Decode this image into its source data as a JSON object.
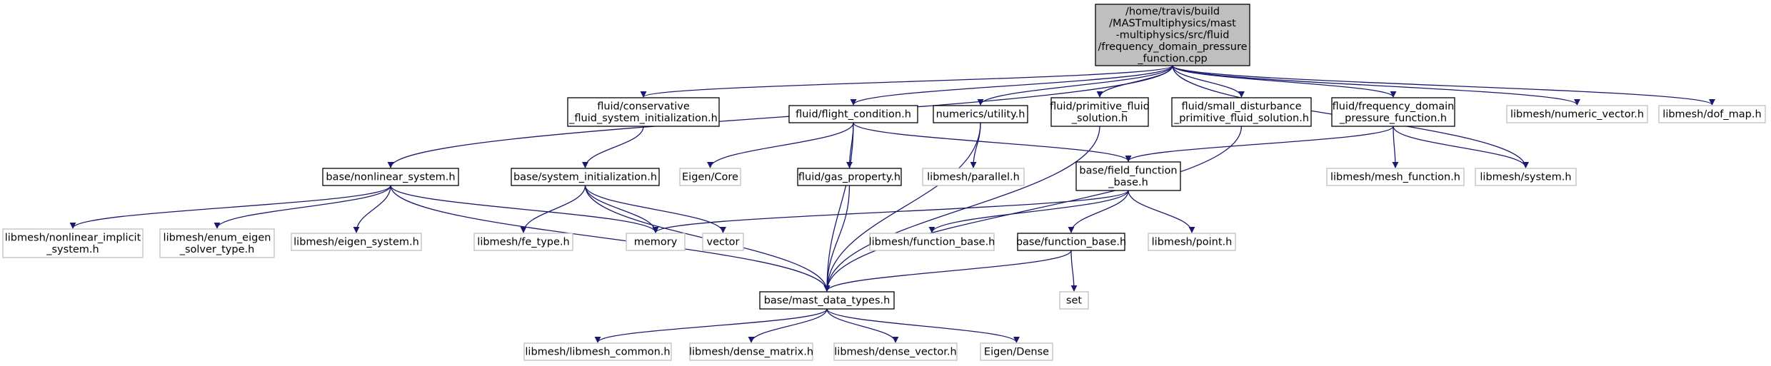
{
  "graph": {
    "root": "root",
    "colors": {
      "edge": "#191970",
      "internal_border": "#000000",
      "external_border": "#bfbfbf",
      "root_fill": "#bfbfbf",
      "text": "#000000"
    },
    "nodes": [
      {
        "id": "root",
        "kind": "root",
        "lines": [
          "/home/travis/build",
          "/MASTmultiphysics/mast",
          "-multiphysics/src/fluid",
          "/frequency_domain_pressure",
          "_function.cpp"
        ]
      },
      {
        "id": "nonlinear_system",
        "kind": "internal",
        "lines": [
          "base/nonlinear_system.h"
        ]
      },
      {
        "id": "conservative_init",
        "kind": "internal",
        "lines": [
          "fluid/conservative",
          "_fluid_system_initialization.h"
        ]
      },
      {
        "id": "flight_condition",
        "kind": "internal",
        "lines": [
          "fluid/flight_condition.h"
        ]
      },
      {
        "id": "numerics_utility",
        "kind": "internal",
        "lines": [
          "numerics/utility.h"
        ]
      },
      {
        "id": "primitive_fluid",
        "kind": "internal",
        "lines": [
          "fluid/primitive_fluid",
          "_solution.h"
        ]
      },
      {
        "id": "small_disturbance",
        "kind": "internal",
        "lines": [
          "fluid/small_disturbance",
          "_primitive_fluid_solution.h"
        ]
      },
      {
        "id": "freq_domain_pf",
        "kind": "internal",
        "lines": [
          "fluid/frequency_domain",
          "_pressure_function.h"
        ]
      },
      {
        "id": "numeric_vector",
        "kind": "external",
        "lines": [
          "libmesh/numeric_vector.h"
        ]
      },
      {
        "id": "dof_map",
        "kind": "external",
        "lines": [
          "libmesh/dof_map.h"
        ]
      },
      {
        "id": "system_init",
        "kind": "internal",
        "lines": [
          "base/system_initialization.h"
        ]
      },
      {
        "id": "eigen_core",
        "kind": "external",
        "lines": [
          "Eigen/Core"
        ]
      },
      {
        "id": "gas_property",
        "kind": "internal",
        "lines": [
          "fluid/gas_property.h"
        ]
      },
      {
        "id": "parallel",
        "kind": "external",
        "lines": [
          "libmesh/parallel.h"
        ]
      },
      {
        "id": "field_function_base",
        "kind": "internal",
        "lines": [
          "base/field_function",
          "_base.h"
        ]
      },
      {
        "id": "mesh_function",
        "kind": "external",
        "lines": [
          "libmesh/mesh_function.h"
        ]
      },
      {
        "id": "lm_system",
        "kind": "external",
        "lines": [
          "libmesh/system.h"
        ]
      },
      {
        "id": "nonlinear_implicit",
        "kind": "external",
        "lines": [
          "libmesh/nonlinear_implicit",
          "_system.h"
        ]
      },
      {
        "id": "enum_eigen",
        "kind": "external",
        "lines": [
          "libmesh/enum_eigen",
          "_solver_type.h"
        ]
      },
      {
        "id": "eigen_system",
        "kind": "external",
        "lines": [
          "libmesh/eigen_system.h"
        ]
      },
      {
        "id": "fe_type",
        "kind": "external",
        "lines": [
          "libmesh/fe_type.h"
        ]
      },
      {
        "id": "memory",
        "kind": "external",
        "lines": [
          "memory"
        ]
      },
      {
        "id": "vector",
        "kind": "external",
        "lines": [
          "vector"
        ]
      },
      {
        "id": "lm_function_base",
        "kind": "external",
        "lines": [
          "libmesh/function_base.h"
        ]
      },
      {
        "id": "base_function_base",
        "kind": "internal",
        "lines": [
          "base/function_base.h"
        ]
      },
      {
        "id": "point",
        "kind": "external",
        "lines": [
          "libmesh/point.h"
        ]
      },
      {
        "id": "mast_data_types",
        "kind": "internal",
        "lines": [
          "base/mast_data_types.h"
        ]
      },
      {
        "id": "set",
        "kind": "external",
        "lines": [
          "set"
        ]
      },
      {
        "id": "libmesh_common",
        "kind": "external",
        "lines": [
          "libmesh/libmesh_common.h"
        ]
      },
      {
        "id": "dense_matrix",
        "kind": "external",
        "lines": [
          "libmesh/dense_matrix.h"
        ]
      },
      {
        "id": "dense_vector",
        "kind": "external",
        "lines": [
          "libmesh/dense_vector.h"
        ]
      },
      {
        "id": "eigen_dense",
        "kind": "external",
        "lines": [
          "Eigen/Dense"
        ]
      }
    ],
    "edges": [
      [
        "root",
        "nonlinear_system"
      ],
      [
        "root",
        "conservative_init"
      ],
      [
        "root",
        "flight_condition"
      ],
      [
        "root",
        "numerics_utility"
      ],
      [
        "root",
        "primitive_fluid"
      ],
      [
        "root",
        "small_disturbance"
      ],
      [
        "root",
        "freq_domain_pf"
      ],
      [
        "root",
        "numeric_vector"
      ],
      [
        "root",
        "dof_map"
      ],
      [
        "root",
        "lm_system"
      ],
      [
        "nonlinear_system",
        "nonlinear_implicit"
      ],
      [
        "nonlinear_system",
        "enum_eigen"
      ],
      [
        "nonlinear_system",
        "eigen_system"
      ],
      [
        "nonlinear_system",
        "memory"
      ],
      [
        "nonlinear_system",
        "mast_data_types"
      ],
      [
        "conservative_init",
        "system_init"
      ],
      [
        "system_init",
        "fe_type"
      ],
      [
        "system_init",
        "memory"
      ],
      [
        "system_init",
        "vector"
      ],
      [
        "system_init",
        "mast_data_types"
      ],
      [
        "flight_condition",
        "eigen_core"
      ],
      [
        "flight_condition",
        "gas_property"
      ],
      [
        "flight_condition",
        "field_function_base"
      ],
      [
        "flight_condition",
        "mast_data_types"
      ],
      [
        "numerics_utility",
        "parallel"
      ],
      [
        "numerics_utility",
        "mast_data_types"
      ],
      [
        "primitive_fluid",
        "mast_data_types"
      ],
      [
        "small_disturbance",
        "mast_data_types"
      ],
      [
        "freq_domain_pf",
        "field_function_base"
      ],
      [
        "freq_domain_pf",
        "mesh_function"
      ],
      [
        "freq_domain_pf",
        "lm_system"
      ],
      [
        "gas_property",
        "mast_data_types"
      ],
      [
        "field_function_base",
        "memory"
      ],
      [
        "field_function_base",
        "lm_function_base"
      ],
      [
        "field_function_base",
        "base_function_base"
      ],
      [
        "field_function_base",
        "point"
      ],
      [
        "base_function_base",
        "mast_data_types"
      ],
      [
        "base_function_base",
        "set"
      ],
      [
        "mast_data_types",
        "libmesh_common"
      ],
      [
        "mast_data_types",
        "dense_matrix"
      ],
      [
        "mast_data_types",
        "dense_vector"
      ],
      [
        "mast_data_types",
        "eigen_dense"
      ]
    ]
  }
}
